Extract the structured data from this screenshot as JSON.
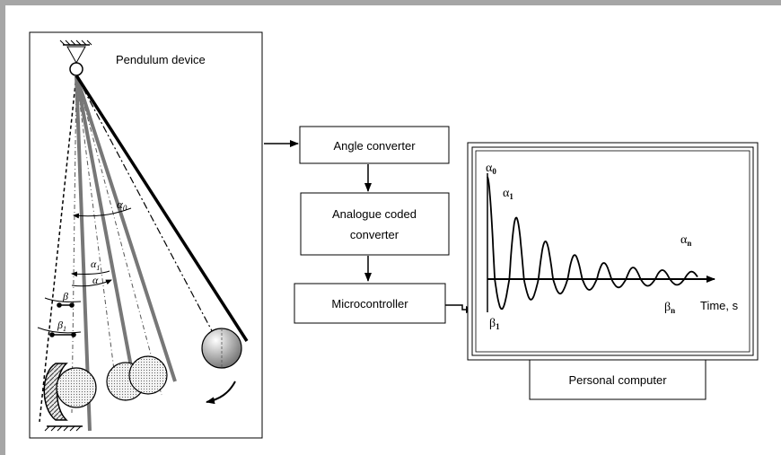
{
  "pendulum": {
    "title": "Pendulum device",
    "angle_labels": {
      "alpha0": "α",
      "alpha0_sub": "0",
      "alpha1": "α",
      "alpha1_sub": "1",
      "alpha": "α",
      "beta": "β",
      "beta1": "β",
      "beta1_sub": "1"
    }
  },
  "blocks": {
    "angle_converter": "Angle converter",
    "analogue_line1": "Analogue coded",
    "analogue_line2": "converter",
    "microcontroller": "Microcontroller",
    "personal_computer": "Personal computer"
  },
  "plot": {
    "alpha0": "α",
    "alpha0_sub": "0",
    "alpha1": "α",
    "alpha1_sub": "1",
    "alphan": "α",
    "alphan_sub": "n",
    "beta1": "β",
    "beta1_sub": "1",
    "betan": "β",
    "betan_sub": "n",
    "time_axis": "Time, s"
  }
}
